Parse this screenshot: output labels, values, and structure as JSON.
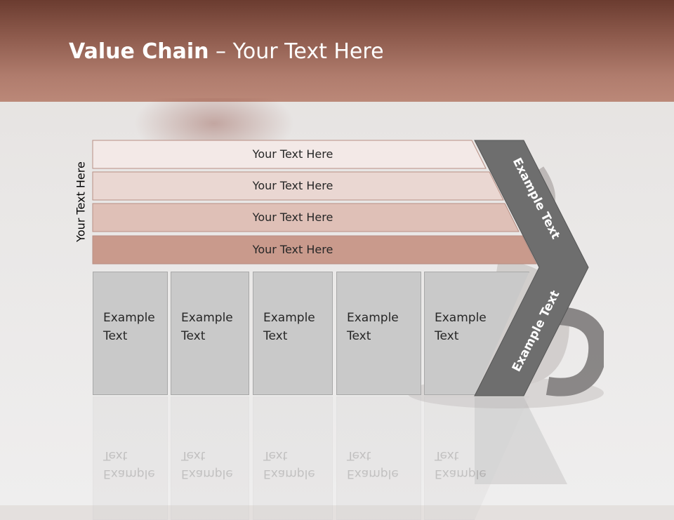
{
  "slide": {
    "title_bold": "Value Chain",
    "title_rest": " – Your Text Here",
    "side_label": "Your Text Here",
    "bars": [
      {
        "label": "Your Text Here",
        "color": "#f3e9e7"
      },
      {
        "label": "Your Text Here",
        "color": "#ead7d2"
      },
      {
        "label": "Your Text Here",
        "color": "#dfc0b7"
      },
      {
        "label": "Your Text Here",
        "color": "#c99a8c"
      }
    ],
    "columns": [
      {
        "label": "Example\nText"
      },
      {
        "label": "Example\nText"
      },
      {
        "label": "Example\nText"
      },
      {
        "label": "Example\nText"
      },
      {
        "label": "Example\nText"
      }
    ],
    "arrow_top_label": "Example Text",
    "arrow_bottom_label": "Example Text",
    "colors": {
      "header": "#8d5a4c",
      "arrow_dark": "#6e6e6e",
      "column_fill": "#c9c9c9"
    }
  }
}
